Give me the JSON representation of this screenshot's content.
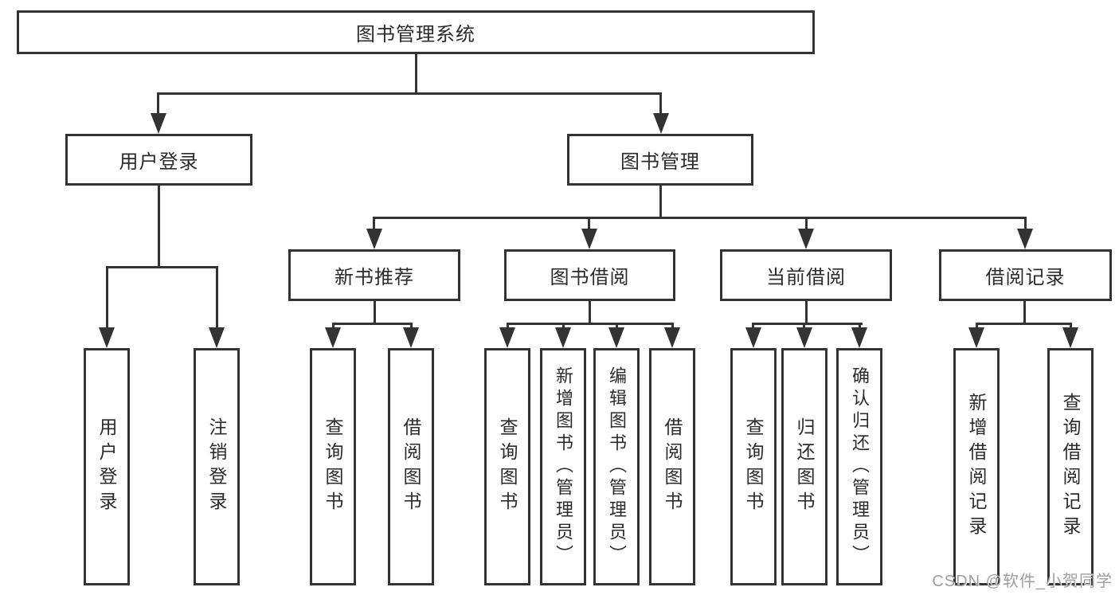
{
  "colors": {
    "line": "#333333",
    "text": "#2b2b2b",
    "background": "#ffffff",
    "watermark": "#9e9e9e"
  },
  "watermark": "CSDN @软件_小贺同学",
  "tree": {
    "root": {
      "label": "图书管理系统",
      "children": [
        {
          "label": "用户登录",
          "children": [
            {
              "label": "用户登录"
            },
            {
              "label": "注销登录"
            }
          ]
        },
        {
          "label": "图书管理",
          "children": [
            {
              "label": "新书推荐",
              "children": [
                {
                  "label": "查询图书"
                },
                {
                  "label": "借阅图书"
                }
              ]
            },
            {
              "label": "图书借阅",
              "children": [
                {
                  "label": "查询图书"
                },
                {
                  "label": "新增图书（管理员）"
                },
                {
                  "label": "编辑图书（管理员）"
                },
                {
                  "label": "借阅图书"
                }
              ]
            },
            {
              "label": "当前借阅",
              "children": [
                {
                  "label": "查询图书"
                },
                {
                  "label": "归还图书"
                },
                {
                  "label": "确认归还（管理员）"
                }
              ]
            },
            {
              "label": "借阅记录",
              "children": [
                {
                  "label": "新增借阅记录"
                },
                {
                  "label": "查询借阅记录"
                }
              ]
            }
          ]
        }
      ]
    }
  }
}
